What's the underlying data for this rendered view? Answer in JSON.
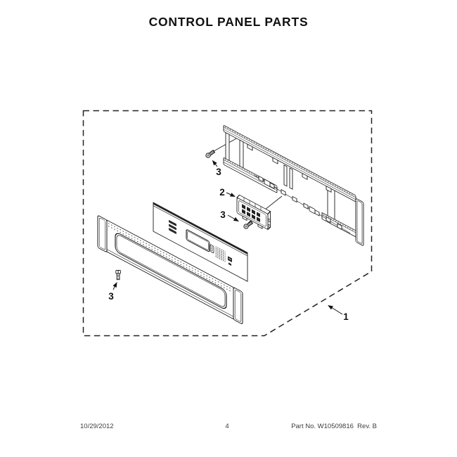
{
  "title": "CONTROL PANEL PARTS",
  "footer": {
    "date": "10/29/2012",
    "page": "4",
    "part_no": "Part No. W10509816  Rev. B"
  },
  "callouts": {
    "panel_assembly": "1",
    "control_board": "2",
    "screw_top": "3",
    "screw_mid": "3",
    "screw_bottom": "3"
  },
  "parts": {
    "assembly_boundary": "control panel assembly (dashed outline)",
    "support_bracket": "support bracket rail",
    "control_board": "electronic control board",
    "membrane_faceplate": "membrane switch faceplate",
    "outer_panel": "outer control panel",
    "screw": "mounting screw"
  },
  "colors": {
    "line": "#1b1b1b",
    "background": "#ffffff"
  }
}
